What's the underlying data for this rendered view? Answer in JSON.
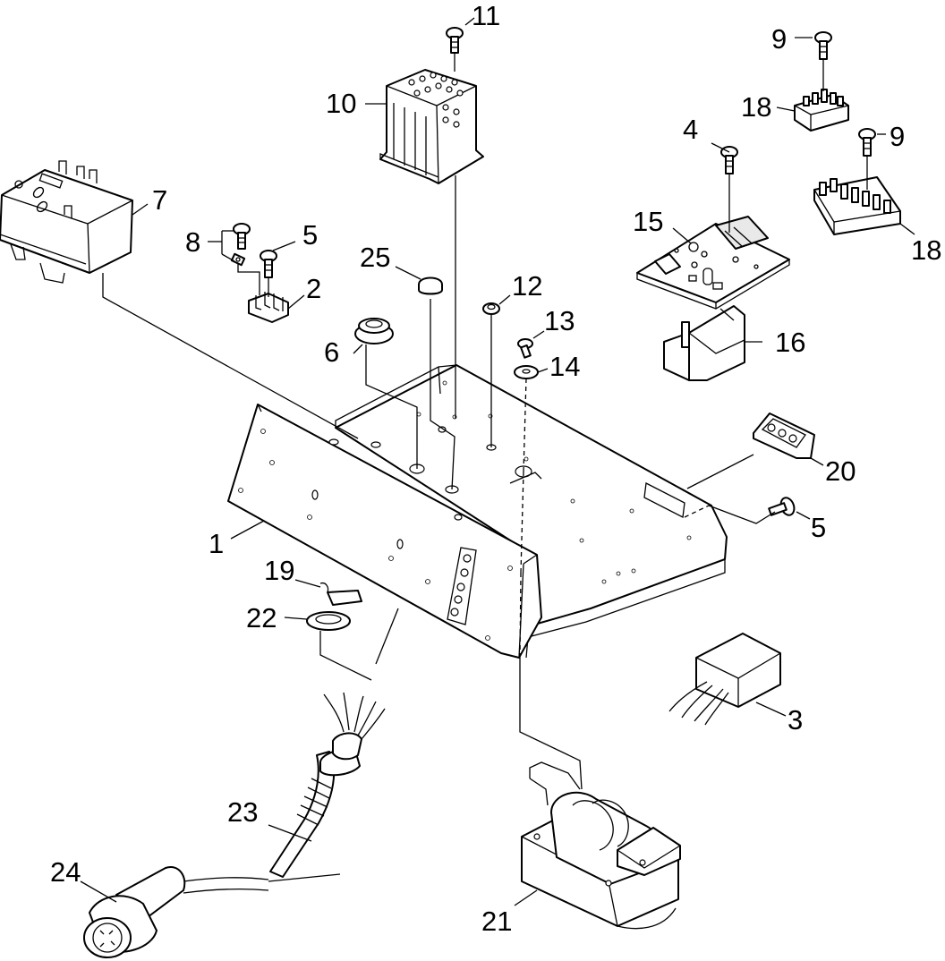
{
  "callouts": {
    "c1": "1",
    "c2": "2",
    "c3": "3",
    "c4": "4",
    "c5a": "5",
    "c5b": "5",
    "c6": "6",
    "c7": "7",
    "c8": "8",
    "c9a": "9",
    "c9b": "9",
    "c10": "10",
    "c11": "11",
    "c12": "12",
    "c13": "13",
    "c14": "14",
    "c15": "15",
    "c16": "16",
    "c18a": "18",
    "c18b": "18",
    "c19": "19",
    "c20": "20",
    "c21": "21",
    "c22": "22",
    "c23": "23",
    "c24": "24",
    "c25": "25"
  },
  "colors": {
    "line": "#000000",
    "background": "#ffffff",
    "shade": "#e9e9e9"
  }
}
